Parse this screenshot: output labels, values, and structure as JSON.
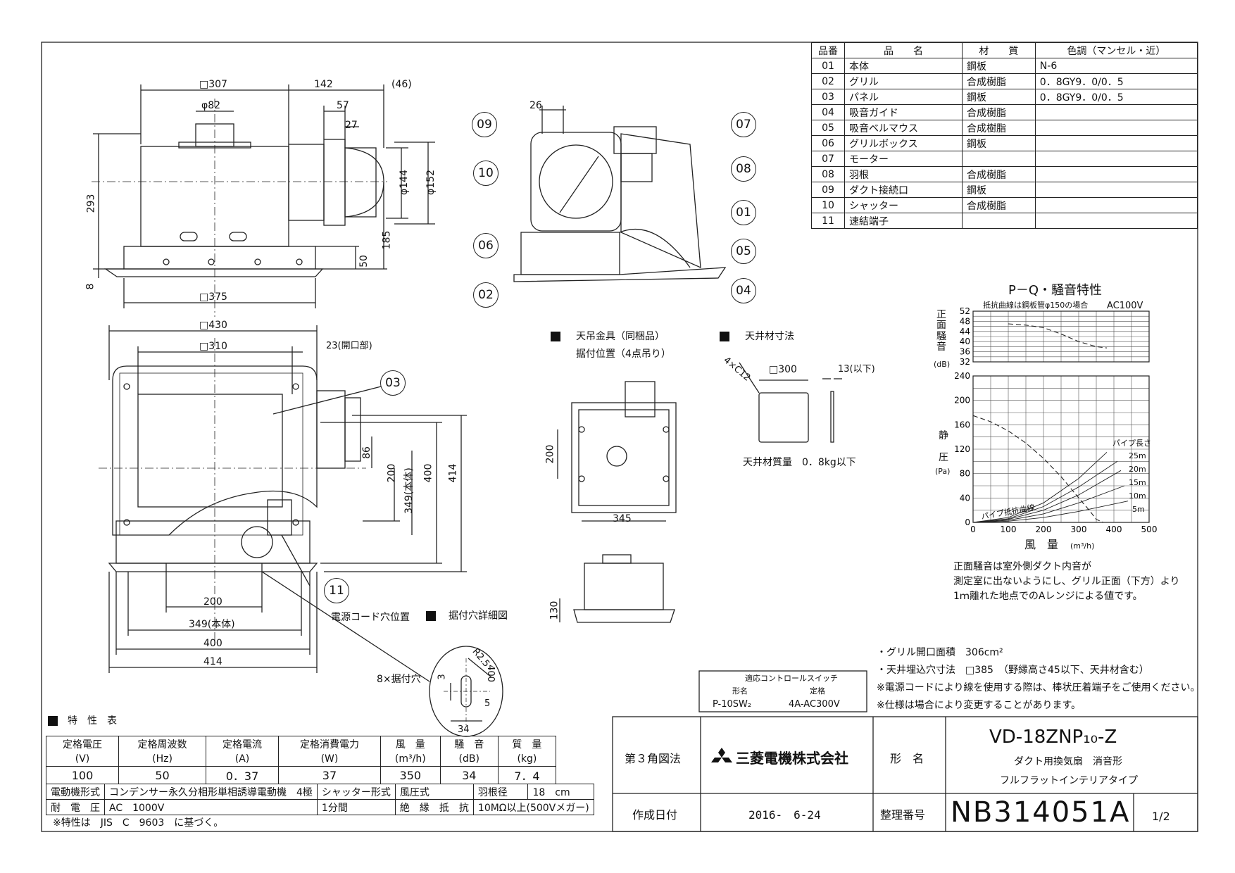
{
  "parts_table": {
    "headers": [
      "品番",
      "品　　名",
      "材　　質",
      "色調（マンセル・近）"
    ],
    "rows": [
      [
        "01",
        "本体",
        "鋼板",
        "N-6"
      ],
      [
        "02",
        "グリル",
        "合成樹脂",
        "0．8GY9．0/0．5"
      ],
      [
        "03",
        "パネル",
        "鋼板",
        "0．8GY9．0/0．5"
      ],
      [
        "04",
        "吸音ガイド",
        "合成樹脂",
        ""
      ],
      [
        "05",
        "吸音ベルマウス",
        "合成樹脂",
        ""
      ],
      [
        "06",
        "グリルボックス",
        "鋼板",
        ""
      ],
      [
        "07",
        "モーター",
        "",
        ""
      ],
      [
        "08",
        "羽根",
        "合成樹脂",
        ""
      ],
      [
        "09",
        "ダクト接続口",
        "鋼板",
        ""
      ],
      [
        "10",
        "シャッター",
        "合成樹脂",
        ""
      ],
      [
        "11",
        "速結端子",
        "",
        ""
      ]
    ]
  },
  "callouts": [
    "09",
    "10",
    "06",
    "02",
    "07",
    "08",
    "01",
    "05",
    "04",
    "03",
    "11"
  ],
  "dims": {
    "top": [
      "□307",
      "142",
      "(46)",
      "φ82",
      "57",
      "27",
      "293",
      "φ144",
      "φ152",
      "185",
      "50",
      "8",
      "□375"
    ],
    "plan": [
      "□430",
      "□310",
      "23(開口部)",
      "86",
      "200",
      "349(本体)",
      "400",
      "414",
      "200",
      "349(本体)",
      "400",
      "414"
    ],
    "iso": [
      "26"
    ],
    "hanger": [
      "200",
      "345",
      "130"
    ],
    "ceiling": [
      "4×C12",
      "□300",
      "13(以下)"
    ]
  },
  "labels": {
    "hanger_title": "天吊金具（同梱品）",
    "hanger_sub": "据付位置（4点吊り）",
    "ceiling_title": "天井材寸法",
    "ceiling_mass": "天井材質量　0．8kg以下",
    "power_cord": "電源コード穴位置",
    "mount_detail": "据付穴詳細図",
    "mount_holes": "8×据付穴",
    "detail_r": "R2.5",
    "detail_400": "400",
    "detail_3": "3",
    "detail_5": "5",
    "detail_34": "34"
  },
  "chart_data": {
    "type": "line",
    "title": "P－Q・騒音特性",
    "note_top": "抵抗曲線は鋼板管φ150の場合",
    "power": "AC100V",
    "noise_axis": {
      "label": "正面騒音",
      "unit": "(dB)",
      "ticks": [
        32,
        36,
        40,
        44,
        48,
        52
      ]
    },
    "pressure_axis": {
      "label": "静圧",
      "unit": "(Pa)",
      "ticks": [
        0,
        40,
        80,
        120,
        160,
        200,
        240
      ]
    },
    "x_axis": {
      "label": "風　量",
      "unit": "(m³/h)",
      "ticks": [
        0,
        100,
        200,
        300,
        400,
        500
      ]
    },
    "pipe_length_title": "パイプ長さ",
    "pipe_curve_label": "パイプ抵抗曲線",
    "pipe_lengths": [
      "25m",
      "20m",
      "15m",
      "10m",
      "5m"
    ],
    "series": [
      {
        "kind": "noise",
        "x": [
          100,
          150,
          200,
          250,
          300,
          350,
          380
        ],
        "y": [
          47,
          46.5,
          45.5,
          43,
          40,
          38,
          37.5
        ]
      },
      {
        "kind": "pq",
        "x": [
          0,
          50,
          100,
          150,
          200,
          250,
          300,
          330,
          350,
          370
        ],
        "y": [
          175,
          165,
          150,
          130,
          105,
          75,
          40,
          20,
          5,
          0
        ]
      },
      {
        "kind": "pipe",
        "label": "25m",
        "x": [
          0,
          100,
          200,
          300,
          380
        ],
        "y": [
          0,
          8,
          32,
          72,
          115
        ]
      },
      {
        "kind": "pipe",
        "label": "20m",
        "x": [
          0,
          100,
          200,
          300,
          410
        ],
        "y": [
          0,
          6,
          26,
          58,
          100
        ]
      },
      {
        "kind": "pipe",
        "label": "15m",
        "x": [
          0,
          100,
          200,
          300,
          420
        ],
        "y": [
          0,
          5,
          20,
          45,
          85
        ]
      },
      {
        "kind": "pipe",
        "label": "10m",
        "x": [
          0,
          100,
          200,
          300,
          430
        ],
        "y": [
          0,
          3.5,
          14,
          32,
          60
        ]
      },
      {
        "kind": "pipe",
        "label": "5m",
        "x": [
          0,
          100,
          200,
          300,
          440
        ],
        "y": [
          0,
          2,
          8,
          18,
          35
        ]
      }
    ],
    "xlim": [
      0,
      500
    ],
    "pressure_ylim": [
      0,
      240
    ],
    "noise_ylim": [
      32,
      52
    ]
  },
  "noise_note": [
    "正面騒音は室外側ダクト内音が",
    "測定室に出ないようにし、グリル正面（下方）より",
    "1ｍ離れた地点でのAレンジによる値です。"
  ],
  "spec_notes": [
    "・グリル開口面積　306cm²",
    "・天井埋込穴寸法　□385　（野縁高さ45以下、天井材含む）",
    "※電源コードにより線を使用する際は、棒状圧着端子をご使用ください。",
    "※仕様は場合により変更することがあります。"
  ],
  "switch_table": {
    "title": "適応コントロールスイッチ",
    "headers": [
      "形名",
      "定格"
    ],
    "row": [
      "P-10SW₂",
      "4A-AC300V"
    ]
  },
  "spec_table": {
    "title": "特　性　表",
    "headers": [
      [
        "定格電圧",
        "(V)"
      ],
      [
        "定格周波数",
        "(Hz)"
      ],
      [
        "定格電流",
        "(A)"
      ],
      [
        "定格消費電力",
        "(W)"
      ],
      [
        "風　量",
        "(m³/h)"
      ],
      [
        "騒　音",
        "(dB)"
      ],
      [
        "質　量",
        "(kg)"
      ]
    ],
    "values": [
      "100",
      "50",
      "0．37",
      "37",
      "350",
      "34",
      "7．4"
    ],
    "row_motor": [
      "電動機形式",
      "コンデンサー永久分相形単相誘導電動機　4極",
      "シャッター形式",
      "風圧式",
      "羽根径",
      "18　cm"
    ],
    "row_voltage": [
      "耐　電　圧",
      "AC　1000V",
      "1分間",
      "絶　縁　抵　抗",
      "10MΩ以上(500Vメガー)"
    ],
    "footnote": "※特性は　JIS　C　9603　に基づく。"
  },
  "title_block": {
    "projection": "第３角図法",
    "company": "三菱電機株式会社",
    "model_label": "形　名",
    "model": "VD-18ZNP₁₀-Z",
    "desc1": "ダクト用換気扇　消音形",
    "desc2": "フルフラットインテリアタイプ",
    "date_label": "作成日付",
    "date": "2016-　6-24",
    "number_label": "整理番号",
    "number": "NB314051A",
    "sheet": "1/2"
  }
}
